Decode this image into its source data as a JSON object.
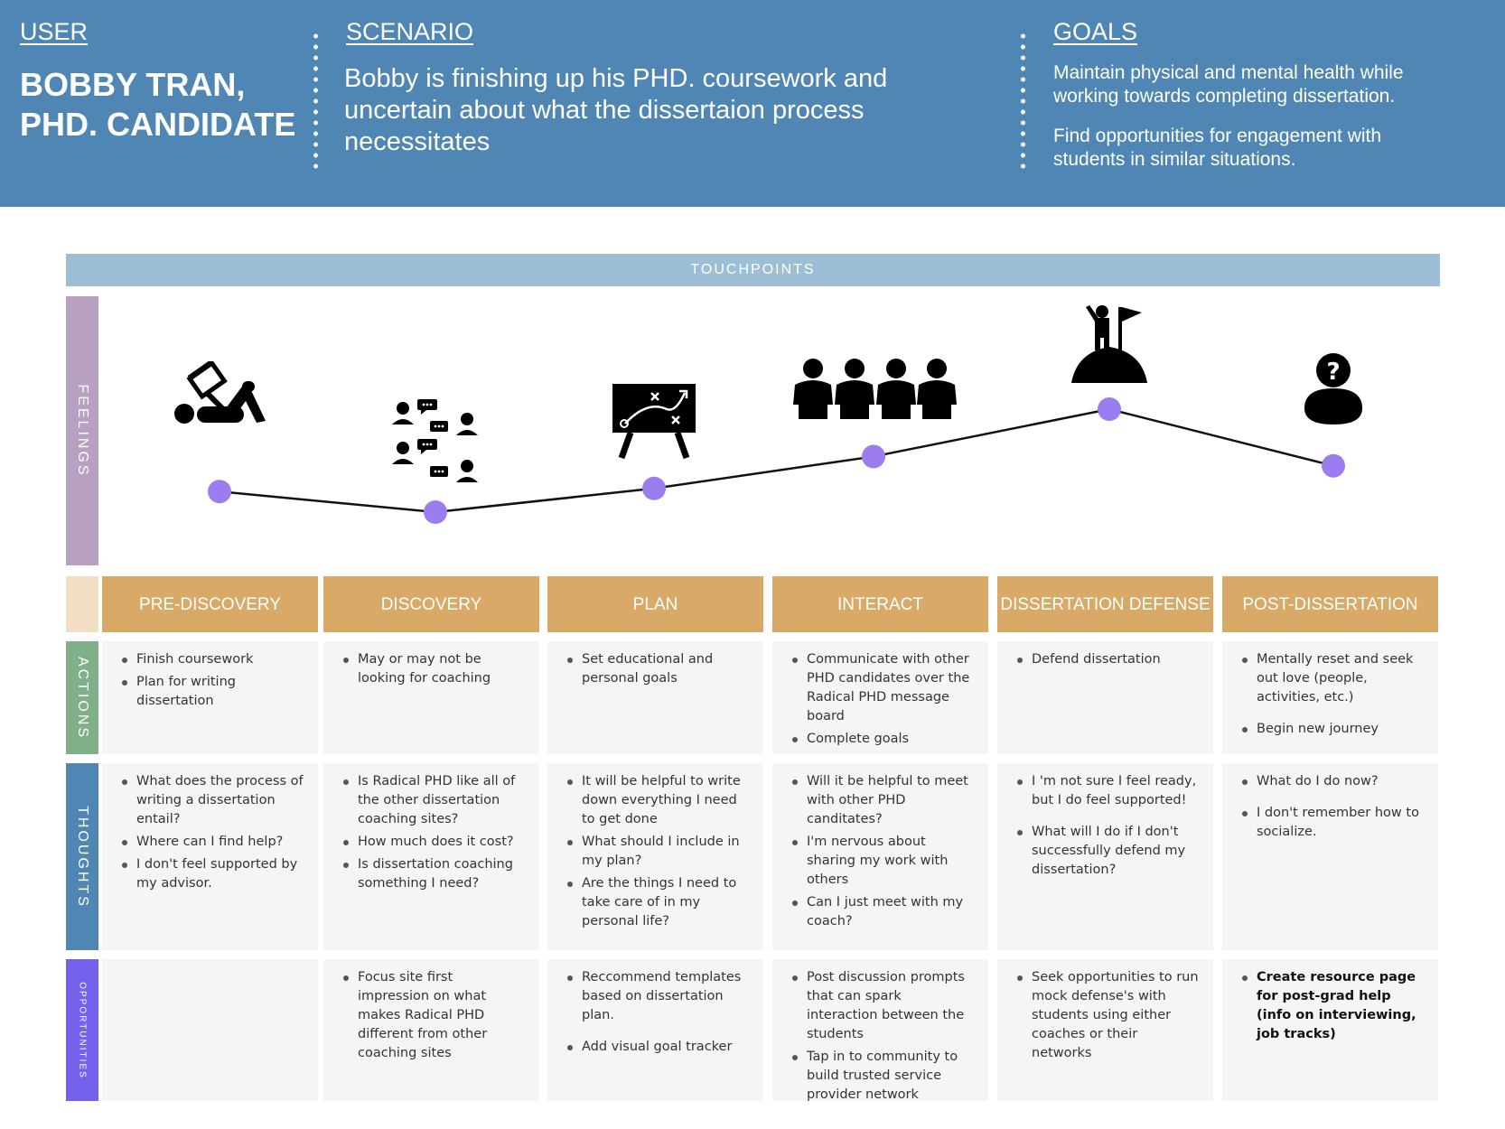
{
  "header": {
    "user_label": "USER",
    "user_name": "BOBBY TRAN, PHD. CANDIDATE",
    "scenario_label": "SCENARIO",
    "scenario_text": "Bobby is finishing up his PHD. coursework and uncertain about what the dissertaion process necessitates",
    "goals_label": "GOALS",
    "goals": [
      "Maintain physical and mental health while working towards completing dissertation.",
      "Find opportunities for engagement with students in similar situations."
    ]
  },
  "touchpoints_label": "TOUCHPOINTS",
  "row_labels": {
    "feelings": "FEELINGS",
    "actions": "ACTIONS",
    "thoughts": "THOUGHTS",
    "opportunities": "OPPORTUNITIES"
  },
  "colors": {
    "header": "#4f86b3",
    "touchpoints": "#9cbfd6",
    "feelings": "#b8a1c0",
    "phase": "#d9a968",
    "actions": "#7fb08a",
    "thoughts": "#4f86b3",
    "opportunities": "#7363ec",
    "feeling_point": "#9b7df0"
  },
  "phases": [
    {
      "title": "PRE-DISCOVERY",
      "icon": "person-studying-icon",
      "feeling": 0.2,
      "actions": [
        "Finish coursework",
        "Plan for writing dissertation"
      ],
      "thoughts": [
        "What does the process of writing a dissertation entail?",
        "Where can I find help?",
        "I don't feel supported by  my advisor."
      ],
      "opportunities": []
    },
    {
      "title": "DISCOVERY",
      "icon": "people-chat-icon",
      "feeling": 0.0,
      "actions": [
        "May or may not be looking for coaching"
      ],
      "thoughts": [
        "Is Radical PHD like all of the other dissertation coaching sites?",
        "How much does it cost?",
        "Is dissertation coaching something I need?"
      ],
      "opportunities": [
        "Focus site first impression on what makes Radical PHD different from other coaching sites"
      ]
    },
    {
      "title": "PLAN",
      "icon": "strategy-board-icon",
      "feeling": 0.23,
      "actions": [
        "Set educational and personal goals"
      ],
      "thoughts": [
        "It will be helpful to write down everything I need to get done",
        "What should I include in my plan?",
        "Are the things I need to take care of in my personal life?"
      ],
      "opportunities": [
        "Reccommend templates based on dissertation plan.",
        "Add visual goal tracker"
      ]
    },
    {
      "title": "INTERACT",
      "icon": "group-people-icon",
      "feeling": 0.54,
      "actions": [
        "Communicate with other PHD candidates over the Radical PHD message board",
        "Complete goals"
      ],
      "thoughts": [
        "Will it be helpful to meet with other PHD canditates?",
        "I'm nervous about sharing my work with others",
        "Can I just meet with my coach?"
      ],
      "opportunities": [
        "Post discussion prompts that can spark interaction between the students",
        "Tap in to community to build trusted service provider network"
      ]
    },
    {
      "title": "DISSERTATION DEFENSE",
      "icon": "summit-flag-icon",
      "feeling": 1.0,
      "actions": [
        "Defend dissertation"
      ],
      "thoughts": [
        "I 'm not sure I feel ready, but I do feel supported!",
        "What will I do if I don't successfully defend my dissertation?"
      ],
      "opportunities": [
        "Seek opportunities to run mock defense's with students using either coaches or their networks"
      ]
    },
    {
      "title": "POST-DISSERTATION",
      "icon": "person-question-icon",
      "feeling": 0.45,
      "actions": [
        "Mentally reset and seek out love (people, activities, etc.)",
        "Begin new journey"
      ],
      "thoughts": [
        "What do I do now?",
        "I don't remember how to socialize."
      ],
      "opportunities": [
        "Create resource page for post-grad help (info on interviewing, job tracks)"
      ]
    }
  ]
}
